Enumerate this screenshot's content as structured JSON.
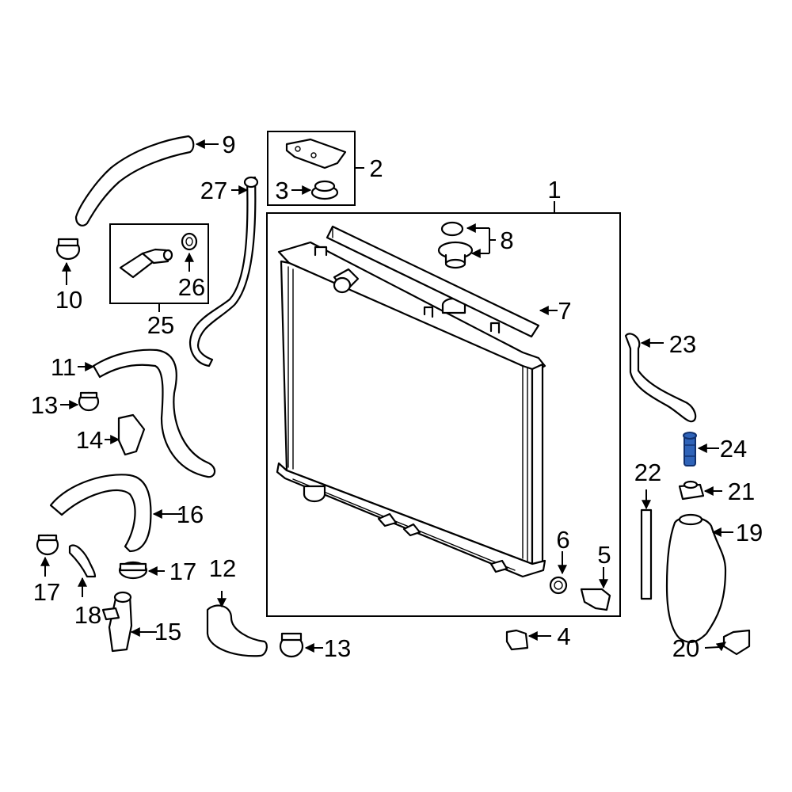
{
  "diagram": {
    "highlight_color": "#2f63b8",
    "callouts": [
      {
        "id": "c1",
        "label": "1"
      },
      {
        "id": "c2",
        "label": "2"
      },
      {
        "id": "c3",
        "label": "3"
      },
      {
        "id": "c4",
        "label": "4"
      },
      {
        "id": "c5",
        "label": "5"
      },
      {
        "id": "c6",
        "label": "6"
      },
      {
        "id": "c7",
        "label": "7"
      },
      {
        "id": "c8",
        "label": "8"
      },
      {
        "id": "c9",
        "label": "9"
      },
      {
        "id": "c10",
        "label": "10"
      },
      {
        "id": "c11",
        "label": "11"
      },
      {
        "id": "c12",
        "label": "12"
      },
      {
        "id": "c13a",
        "label": "13"
      },
      {
        "id": "c13b",
        "label": "13"
      },
      {
        "id": "c14",
        "label": "14"
      },
      {
        "id": "c15",
        "label": "15"
      },
      {
        "id": "c16",
        "label": "16"
      },
      {
        "id": "c17a",
        "label": "17"
      },
      {
        "id": "c17b",
        "label": "17"
      },
      {
        "id": "c18",
        "label": "18"
      },
      {
        "id": "c19",
        "label": "19"
      },
      {
        "id": "c20",
        "label": "20"
      },
      {
        "id": "c21",
        "label": "21"
      },
      {
        "id": "c22",
        "label": "22"
      },
      {
        "id": "c23",
        "label": "23"
      },
      {
        "id": "c24",
        "label": "24"
      },
      {
        "id": "c25",
        "label": "25"
      },
      {
        "id": "c26",
        "label": "26"
      },
      {
        "id": "c27",
        "label": "27"
      }
    ]
  }
}
